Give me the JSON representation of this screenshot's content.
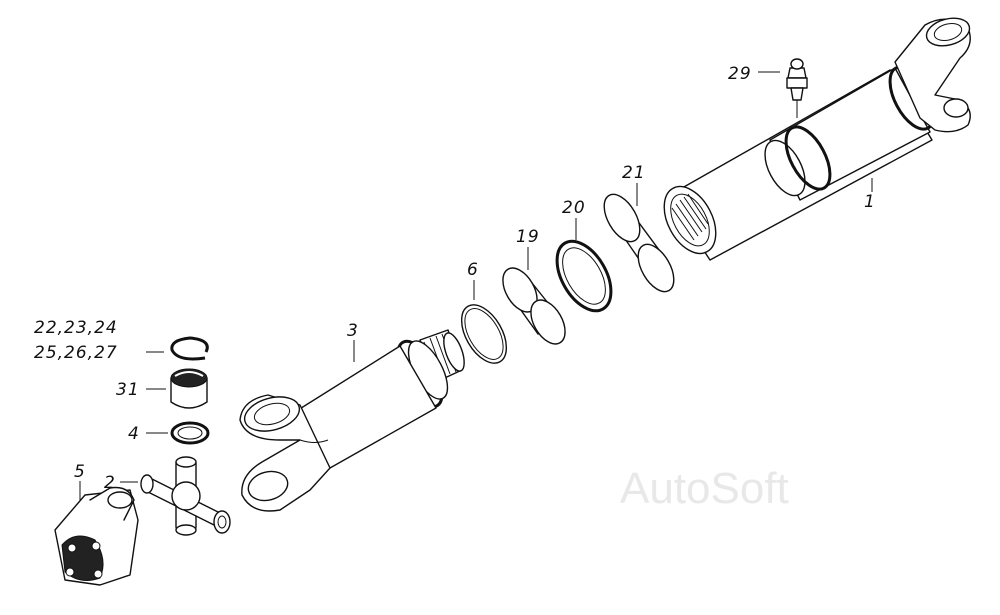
{
  "watermark": "AutoSoft",
  "callouts": {
    "c1": "1",
    "c2": "2",
    "c3": "3",
    "c4": "4",
    "c5": "5",
    "c6": "6",
    "c19": "19",
    "c20": "20",
    "c21": "21",
    "c29": "29",
    "c31": "31",
    "c22_24": "22,23,24",
    "c25_27": "25,26,27"
  }
}
